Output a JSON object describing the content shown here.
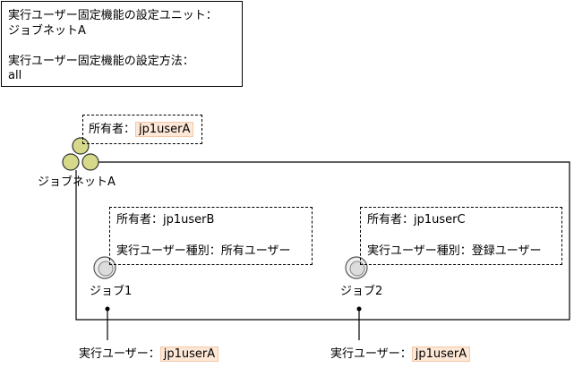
{
  "settings": {
    "unit_label": "実行ユーザー固定機能の設定ユニット：",
    "unit_value": "ジョブネットA",
    "method_label": "実行ユーザー固定機能の設定方法：",
    "method_value": "all"
  },
  "jobnet": {
    "name": "ジョブネットA",
    "owner_label": "所有者：",
    "owner_value": "jp1userA"
  },
  "jobs": [
    {
      "name": "ジョブ1",
      "owner_label": "所有者：",
      "owner_value": "jp1userB",
      "type_label": "実行ユーザー種別：",
      "type_value": "所有ユーザー",
      "exec_label": "実行ユーザー：",
      "exec_value": "jp1userA"
    },
    {
      "name": "ジョブ2",
      "owner_label": "所有者：",
      "owner_value": "jp1userC",
      "type_label": "実行ユーザー種別：",
      "type_value": "登録ユーザー",
      "exec_label": "実行ユーザー：",
      "exec_value": "jp1userA"
    }
  ],
  "colors": {
    "jobnet_icon": "#d7d98a",
    "highlight": "#fde7d6",
    "job_icon": "#e8e8e8"
  }
}
